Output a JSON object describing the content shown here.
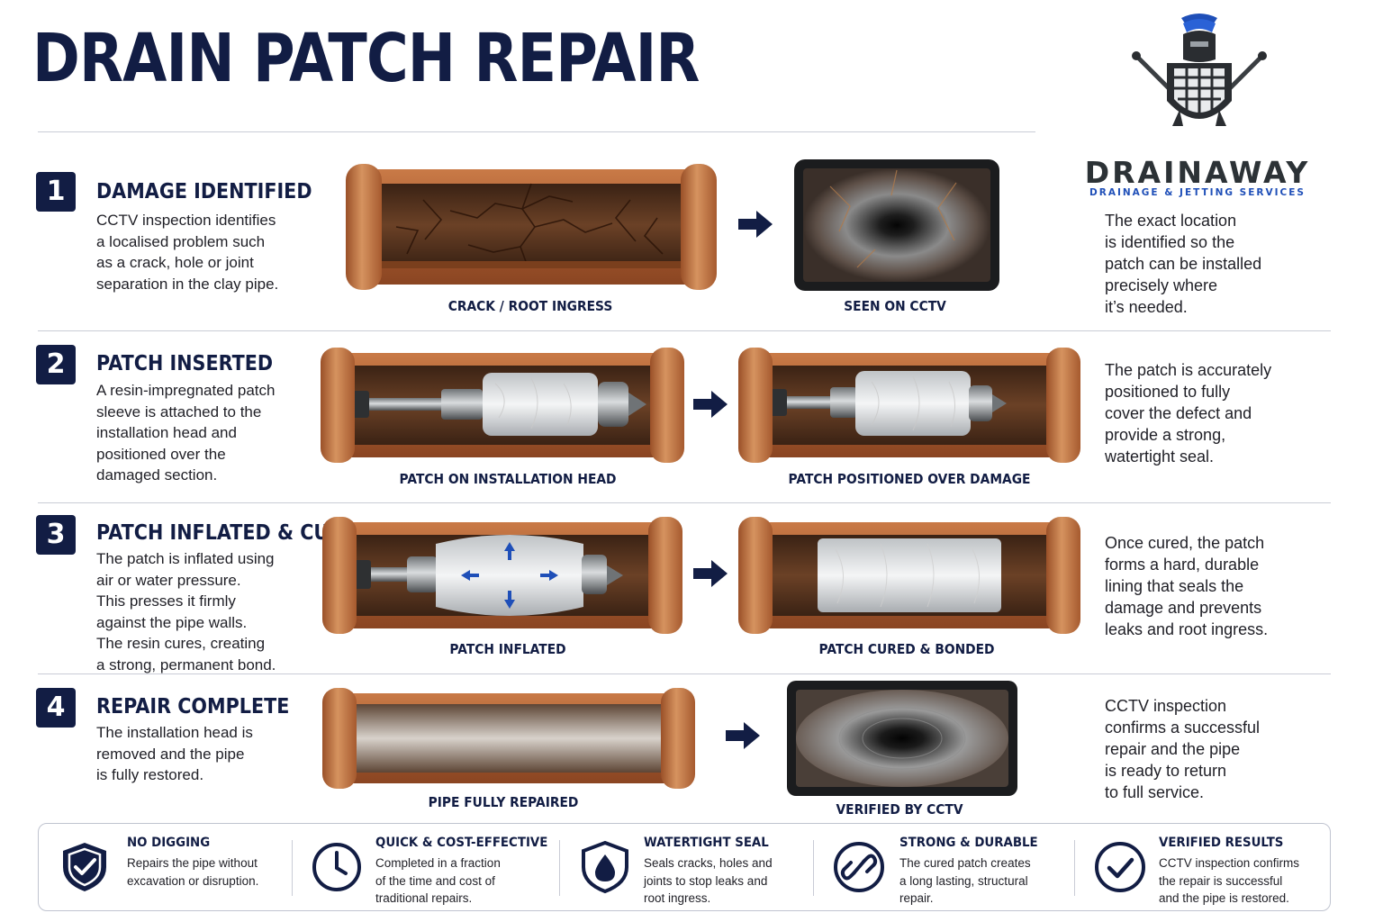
{
  "title": "DRAIN PATCH REPAIR",
  "brand": {
    "name": "DRAINAWAY",
    "tagline": "DRAINAGE & JETTING SERVICES",
    "logo_icon": "spartan-helmet-shield-crossed-rods-icon"
  },
  "colors": {
    "navy": "#121d44",
    "accent_blue": "#1f4fb8",
    "clay": "#b86a3c",
    "text": "#1f1f26"
  },
  "steps": [
    {
      "number": "1",
      "title": "DAMAGE IDENTIFIED",
      "description": [
        "CCTV inspection identifies",
        "a localised problem such",
        "as a crack, hole or joint",
        "separation in the clay pipe."
      ],
      "captions": [
        "CRACK / ROOT INGRESS",
        "SEEN ON CCTV"
      ],
      "note": [
        "The exact location",
        "is identified so the",
        "patch can be installed",
        "precisely where",
        "it’s needed."
      ]
    },
    {
      "number": "2",
      "title": "PATCH INSERTED",
      "description": [
        "A resin-impregnated patch",
        "sleeve is attached to the",
        "installation head and",
        "positioned over the",
        "damaged section."
      ],
      "captions": [
        "PATCH ON INSTALLATION HEAD",
        "PATCH POSITIONED OVER DAMAGE"
      ],
      "note": [
        "The patch is accurately",
        "positioned to fully",
        "cover the defect and",
        "provide a strong,",
        "watertight seal."
      ]
    },
    {
      "number": "3",
      "title": "PATCH INFLATED & CURED",
      "description": [
        "The patch is inflated using",
        "air or water pressure.",
        "This presses it firmly",
        "against the pipe walls.",
        "The resin cures, creating",
        "a strong, permanent bond."
      ],
      "captions": [
        "PATCH INFLATED",
        "PATCH CURED & BONDED"
      ],
      "note": [
        "Once cured, the patch",
        "forms a hard, durable",
        "lining that seals the",
        "damage and prevents",
        "leaks and root ingress."
      ]
    },
    {
      "number": "4",
      "title": "REPAIR COMPLETE",
      "description": [
        "The installation head is",
        "removed and the pipe",
        "is fully restored."
      ],
      "captions": [
        "PIPE FULLY REPAIRED",
        "VERIFIED BY CCTV"
      ],
      "note": [
        "CCTV inspection",
        "confirms a successful",
        "repair and the pipe",
        "is ready to return",
        "to full service."
      ]
    }
  ],
  "benefits": [
    {
      "icon": "shield-check-icon",
      "title": "NO DIGGING",
      "text": [
        "Repairs the pipe without",
        "excavation or disruption."
      ]
    },
    {
      "icon": "clock-icon",
      "title": "QUICK & COST-EFFECTIVE",
      "text": [
        "Completed in a fraction",
        "of the time and cost of",
        "traditional repairs."
      ]
    },
    {
      "icon": "shield-water-drop-icon",
      "title": "WATERTIGHT SEAL",
      "text": [
        "Seals cracks, holes and",
        "joints to stop leaks and",
        "root ingress."
      ]
    },
    {
      "icon": "chain-link-icon",
      "title": "STRONG & DURABLE",
      "text": [
        "The cured patch creates",
        "a long lasting, structural",
        "repair."
      ]
    },
    {
      "icon": "check-circle-icon",
      "title": "VERIFIED RESULTS",
      "text": [
        "CCTV inspection confirms",
        "the repair is successful",
        "and the pipe is restored."
      ]
    }
  ]
}
